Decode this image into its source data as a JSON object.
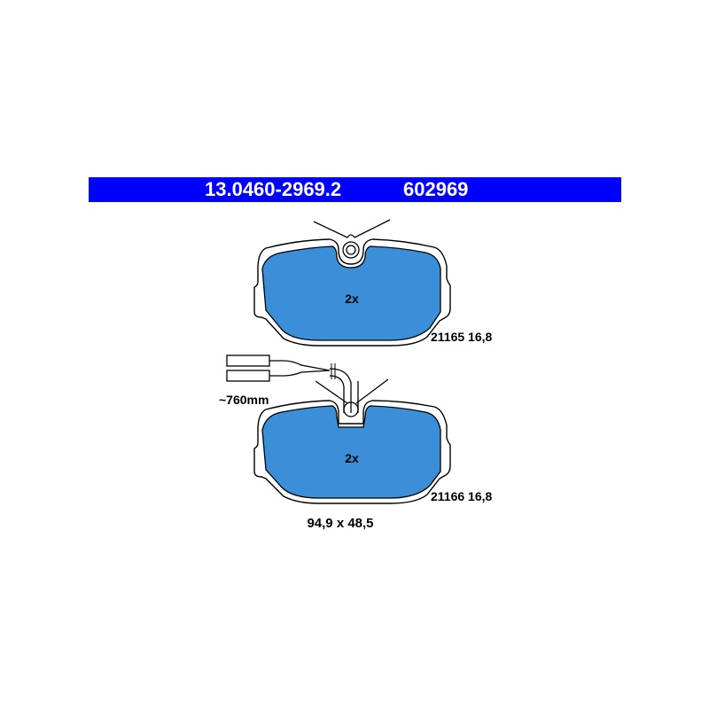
{
  "header": {
    "part_number": "13.0460-2969.2",
    "alt_number": "602969",
    "bar_color": "#0000ff"
  },
  "pads": [
    {
      "quantity": "2x",
      "spec": "21165 16,8",
      "sensor": false
    },
    {
      "quantity": "2x",
      "spec": "21166 16,8",
      "sensor": true
    }
  ],
  "sensor": {
    "cable_length": "~760mm"
  },
  "dimensions": "94,9 x 48,5",
  "colors": {
    "pad_fill": "#3b8fd8",
    "outline": "#000000",
    "background": "#ffffff"
  }
}
